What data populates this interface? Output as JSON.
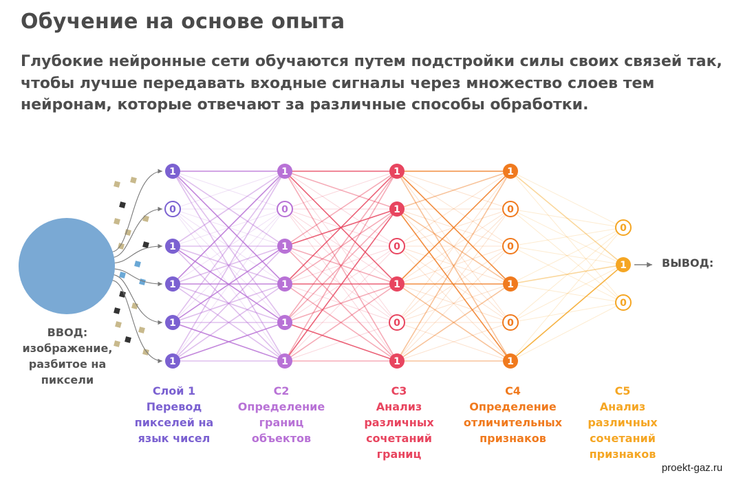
{
  "header": {
    "title": "Обучение на основе опыта",
    "intro": "Глубокие нейронные сети обучаются путем подстройки силы своих связей так, чтобы лучше передавать входные сигналы через множество слоев тем нейронам, которые отвечают за различные способы обработки."
  },
  "input": {
    "line1": "ВВОД:",
    "line2": "изображение,",
    "line3": "разбитое на",
    "line4": "пиксели",
    "circle_color": "#7aa9d4"
  },
  "output": {
    "label": "ВЫВОД:"
  },
  "layers": [
    {
      "title": "Слой 1",
      "desc": [
        "Перевод",
        "пикселей на",
        "язык чисел"
      ],
      "color": "#7b61d1",
      "values": [
        "1",
        "0",
        "1",
        "1",
        "1",
        "1"
      ]
    },
    {
      "title": "C2",
      "desc": [
        "Определение",
        "границ",
        "объектов"
      ],
      "color": "#b872d6",
      "values": [
        "1",
        "0",
        "1",
        "1",
        "1",
        "1"
      ]
    },
    {
      "title": "C3",
      "desc": [
        "Анализ",
        "различных",
        "сочетаний",
        "границ"
      ],
      "color": "#e8455f",
      "values": [
        "1",
        "1",
        "0",
        "1",
        "0",
        "1"
      ]
    },
    {
      "title": "C4",
      "desc": [
        "Определение",
        "отличительных",
        "признаков"
      ],
      "color": "#f07a1e",
      "values": [
        "1",
        "0",
        "0",
        "1",
        "0",
        "1"
      ]
    },
    {
      "title": "C5",
      "desc": [
        "Анализ",
        "различных",
        "сочетаний",
        "признаков"
      ],
      "color": "#f5a623",
      "values": [
        "0",
        "1",
        "0"
      ]
    }
  ],
  "watermark": "proekt-gaz.ru"
}
